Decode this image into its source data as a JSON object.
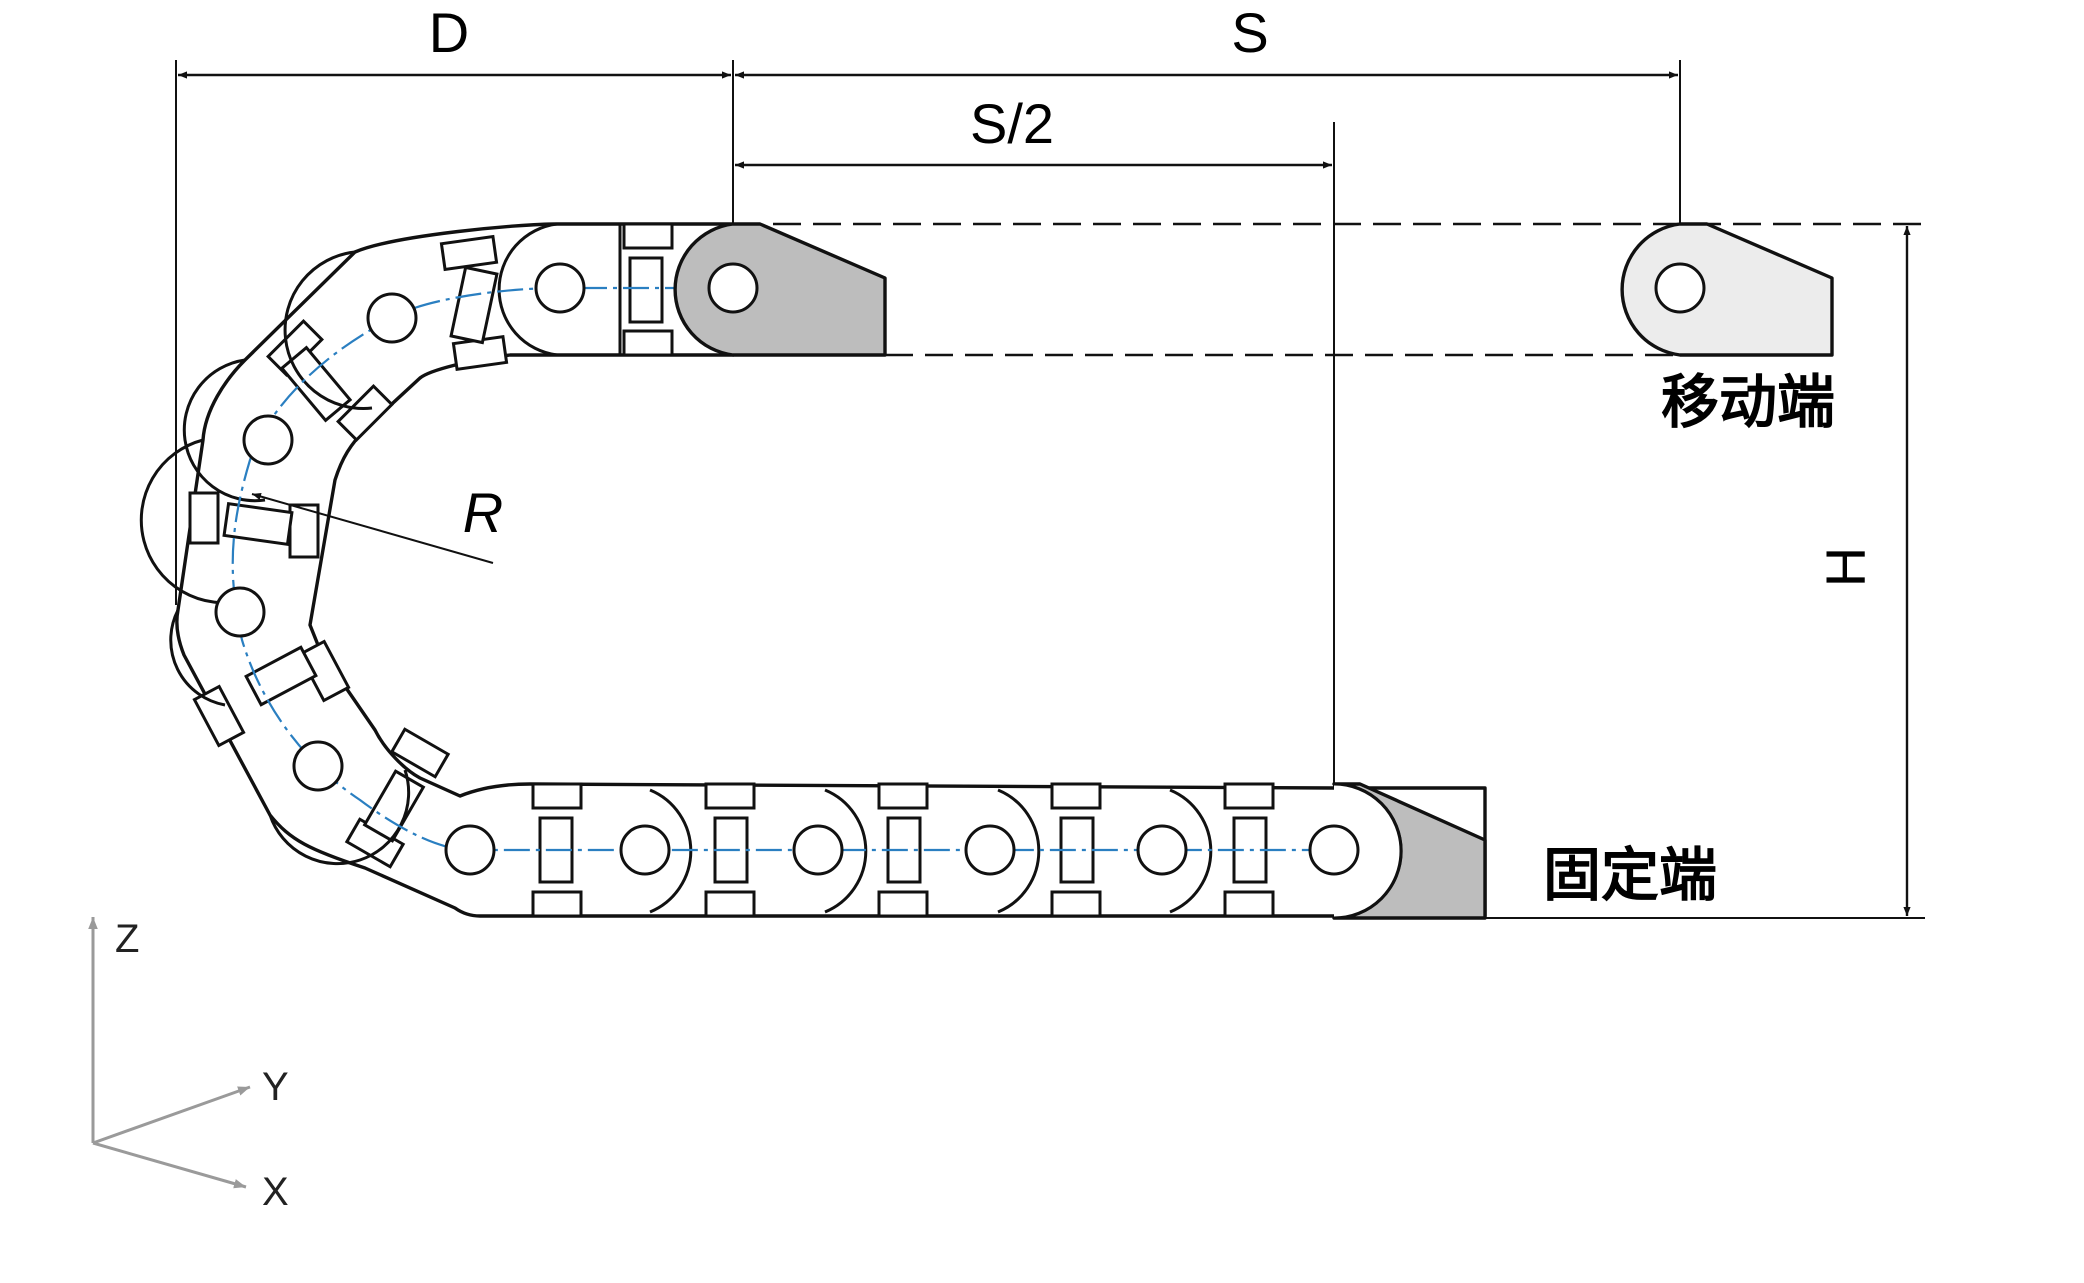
{
  "dimensions": {
    "travel_length": "S",
    "half_travel": "S/2",
    "bend_depth": "D",
    "installation_height": "H",
    "bend_radius": "R"
  },
  "end_labels": {
    "moving_end": "移动端",
    "fixed_end": "固定端"
  },
  "axes": {
    "z": "Z",
    "y": "Y",
    "x": "X"
  },
  "colors": {
    "bracket_fixed": "#bdbdbd",
    "bracket_moving": "#ececec",
    "center_line": "#2a7fc1",
    "axis_gray": "#9a9a9a"
  }
}
